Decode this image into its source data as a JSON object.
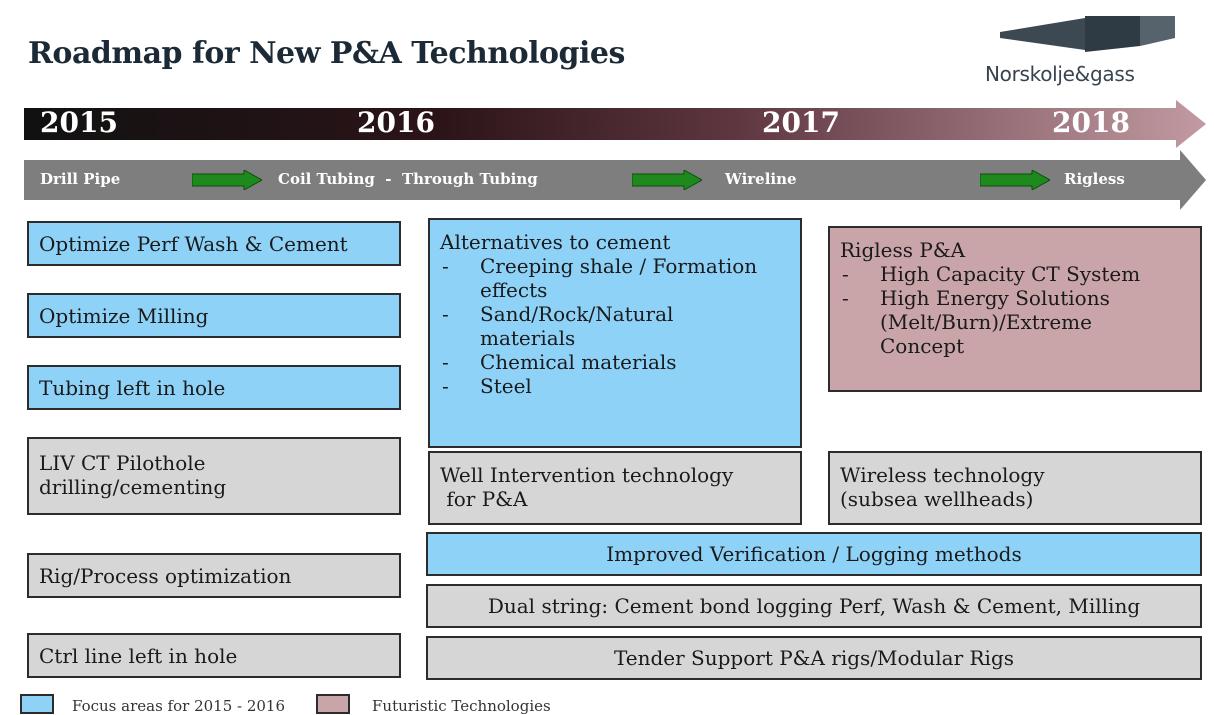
{
  "title": "Roadmap for New P&A Technologies",
  "logo": {
    "text_light": "Norsk",
    "text_bold": "olje&gass"
  },
  "timeline": {
    "years": [
      "2015",
      "2016",
      "2017",
      "2018"
    ]
  },
  "methods": [
    "Drill Pipe",
    "Coil Tubing  -  Through Tubing",
    "Wireline",
    "Rigless"
  ],
  "left_column": [
    "Optimize Perf Wash & Cement",
    "Optimize Milling",
    "Tubing left in hole",
    "LIV CT Pilothole drilling/cementing",
    "Rig/Process optimization",
    "Ctrl line left in hole"
  ],
  "lict_lines": [
    "LIV CT Pilothole",
    "drilling/cementing"
  ],
  "alternatives": {
    "heading": "Alternatives to cement",
    "items": [
      {
        "dash": "-",
        "lines": [
          "Creeping shale / Formation",
          "effects"
        ]
      },
      {
        "dash": "-",
        "lines": [
          "Sand/Rock/Natural",
          "materials"
        ]
      },
      {
        "dash": "-",
        "lines": [
          "Chemical materials"
        ]
      },
      {
        "dash": "-",
        "lines": [
          "Steel"
        ]
      }
    ]
  },
  "rigless": {
    "heading": "Rigless P&A",
    "items": [
      {
        "dash": "-",
        "lines": [
          "High Capacity CT System"
        ]
      },
      {
        "dash": "-",
        "lines": [
          "High Energy Solutions",
          "(Melt/Burn)/Extreme",
          "Concept"
        ]
      }
    ]
  },
  "well_intervention": [
    "Well Intervention technology",
    " for P&A"
  ],
  "wireless": [
    "Wireless technology",
    "(subsea wellheads)"
  ],
  "improved_verification": "Improved Verification / Logging methods",
  "dual_string": "Dual string: Cement bond logging Perf, Wash & Cement, Milling",
  "tender_support": "Tender Support P&A rigs/Modular Rigs",
  "legend": [
    {
      "label": "Focus areas for 2015 - 2016",
      "color": "#8ed2f8"
    },
    {
      "label": "Futuristic Technologies",
      "color": "#c9a5aa"
    }
  ],
  "colors": {
    "focus_blue": "#8ed2f8",
    "futuristic_mauve": "#c9a5aa",
    "neutral_gray": "#d6d6d6",
    "method_arrow_green": "#1e8a1e"
  }
}
